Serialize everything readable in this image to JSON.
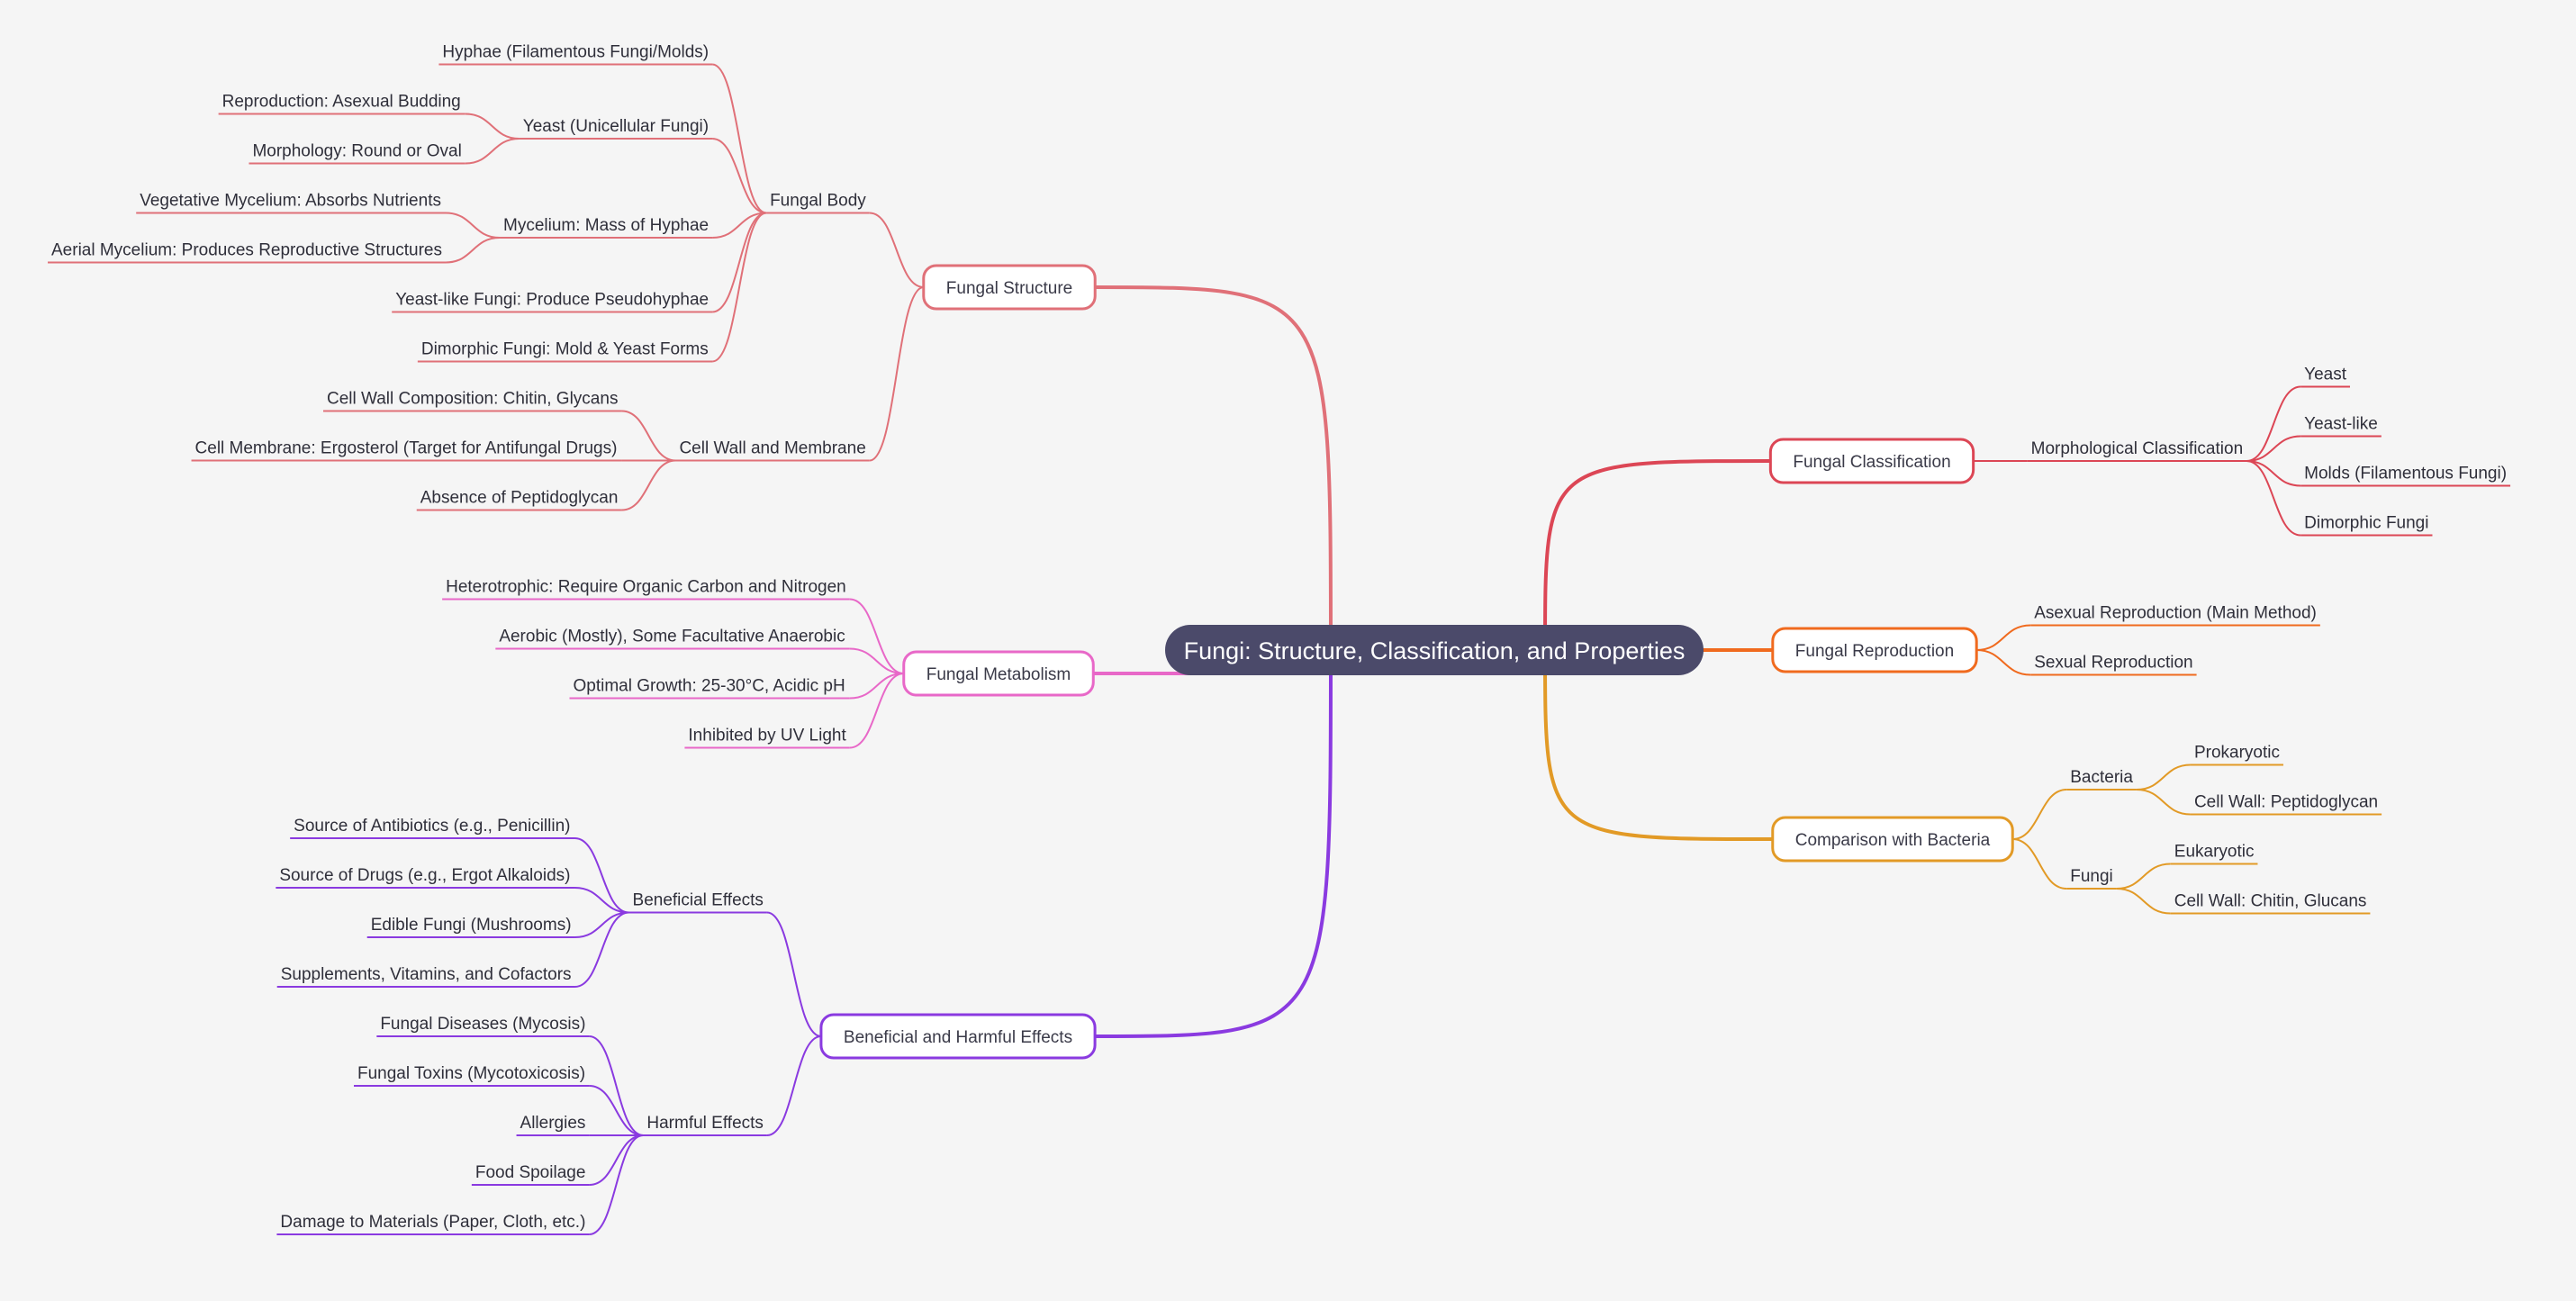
{
  "root": {
    "label": "Fungi: Structure, Classification, and Properties",
    "color": "#4b4a6a"
  },
  "branches": [
    {
      "label": "Fungal Structure",
      "color": "#e07078",
      "children": [
        {
          "label": "Fungal Body",
          "children": [
            {
              "label": "Hyphae (Filamentous Fungi/Molds)"
            },
            {
              "label": "Yeast (Unicellular Fungi)",
              "children": [
                {
                  "label": "Reproduction: Asexual Budding"
                },
                {
                  "label": "Morphology: Round or Oval"
                }
              ]
            },
            {
              "label": "Mycelium: Mass of Hyphae",
              "children": [
                {
                  "label": "Vegetative Mycelium: Absorbs Nutrients"
                },
                {
                  "label": "Aerial Mycelium: Produces Reproductive Structures"
                }
              ]
            },
            {
              "label": "Yeast-like Fungi: Produce Pseudohyphae"
            },
            {
              "label": "Dimorphic Fungi: Mold & Yeast Forms"
            }
          ]
        },
        {
          "label": "Cell Wall and Membrane",
          "children": [
            {
              "label": "Cell Wall Composition: Chitin, Glycans"
            },
            {
              "label": "Cell Membrane: Ergosterol (Target for Antifungal Drugs)"
            },
            {
              "label": "Absence of Peptidoglycan"
            }
          ]
        }
      ]
    },
    {
      "label": "Fungal Metabolism",
      "color": "#e868c8",
      "children": [
        {
          "label": "Heterotrophic: Require Organic Carbon and Nitrogen"
        },
        {
          "label": "Aerobic (Mostly), Some Facultative Anaerobic"
        },
        {
          "label": "Optimal Growth: 25-30°C, Acidic pH"
        },
        {
          "label": "Inhibited by UV Light"
        }
      ]
    },
    {
      "label": "Beneficial and Harmful Effects",
      "color": "#8a3ae0",
      "children": [
        {
          "label": "Beneficial Effects",
          "children": [
            {
              "label": "Source of Antibiotics (e.g., Penicillin)"
            },
            {
              "label": "Source of Drugs (e.g., Ergot Alkaloids)"
            },
            {
              "label": "Edible Fungi (Mushrooms)"
            },
            {
              "label": "Supplements, Vitamins, and Cofactors"
            }
          ]
        },
        {
          "label": "Harmful Effects",
          "children": [
            {
              "label": "Fungal Diseases (Mycosis)"
            },
            {
              "label": "Fungal Toxins (Mycotoxicosis)"
            },
            {
              "label": "Allergies"
            },
            {
              "label": "Food Spoilage"
            },
            {
              "label": "Damage to Materials (Paper, Cloth, etc.)"
            }
          ]
        }
      ]
    },
    {
      "label": "Fungal Classification",
      "color": "#dc4655",
      "children": [
        {
          "label": "Morphological Classification",
          "children": [
            {
              "label": "Yeast"
            },
            {
              "label": "Yeast-like"
            },
            {
              "label": "Molds (Filamentous Fungi)"
            },
            {
              "label": "Dimorphic Fungi"
            }
          ]
        }
      ]
    },
    {
      "label": "Fungal Reproduction",
      "color": "#f06a1e",
      "children": [
        {
          "label": "Asexual Reproduction (Main Method)"
        },
        {
          "label": "Sexual Reproduction"
        }
      ]
    },
    {
      "label": "Comparison with Bacteria",
      "color": "#e29a26",
      "children": [
        {
          "label": "Bacteria",
          "children": [
            {
              "label": "Prokaryotic"
            },
            {
              "label": "Cell Wall: Peptidoglycan"
            }
          ]
        },
        {
          "label": "Fungi",
          "children": [
            {
              "label": "Eukaryotic"
            },
            {
              "label": "Cell Wall: Chitin, Glucans"
            }
          ]
        }
      ]
    }
  ]
}
